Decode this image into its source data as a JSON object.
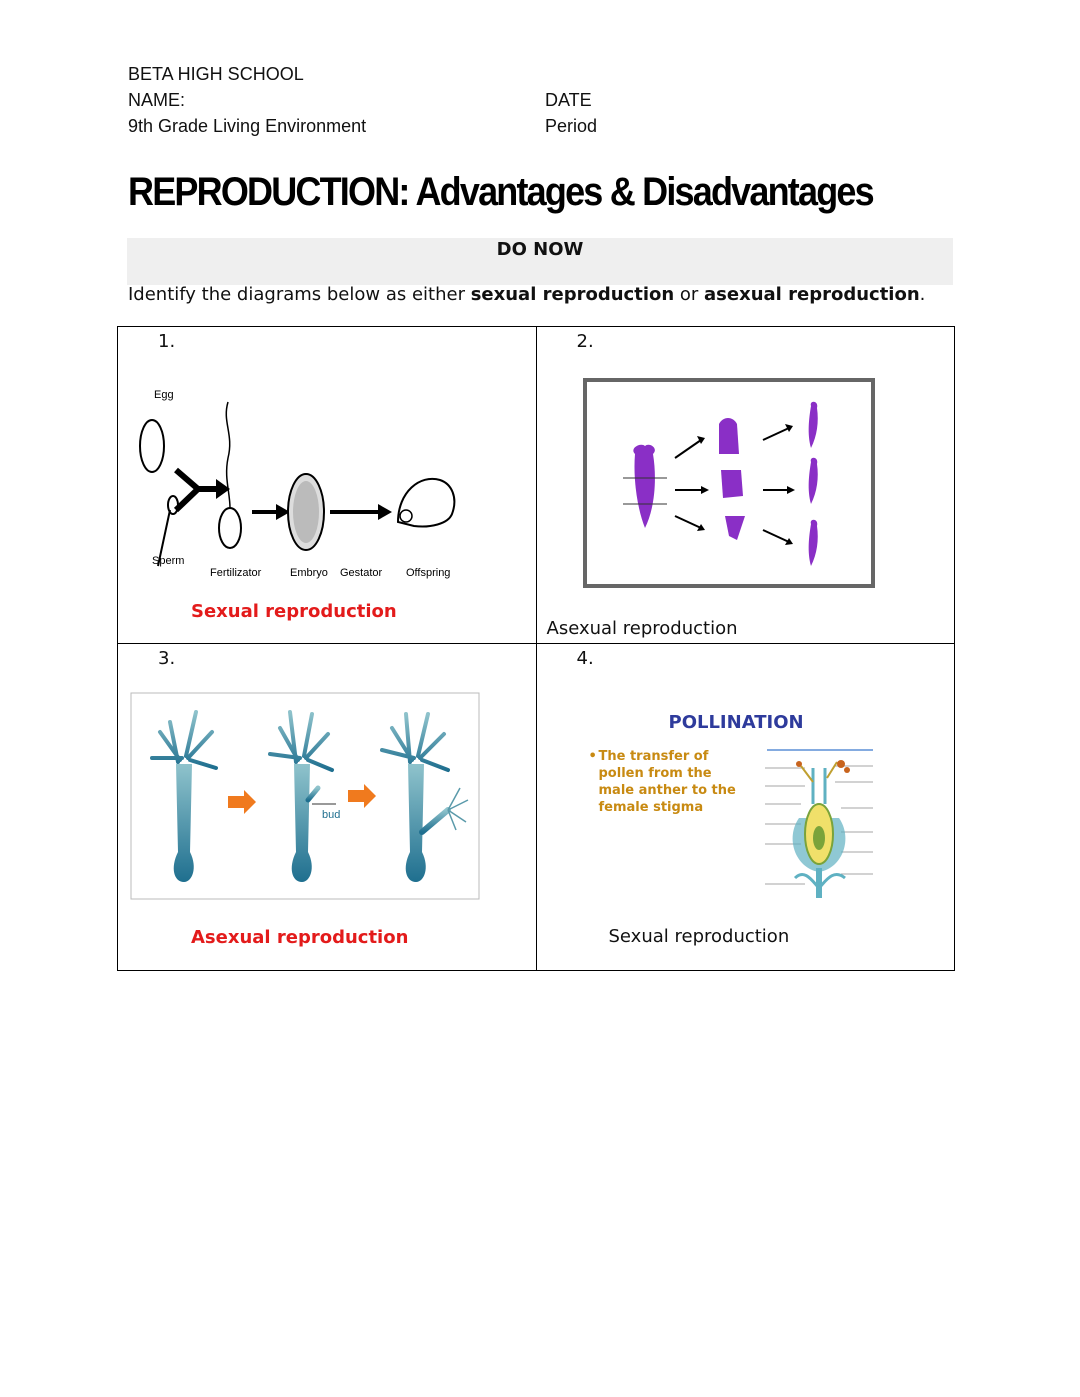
{
  "header": {
    "school": "BETA HIGH SCHOOL",
    "name_label": "NAME:",
    "date_label": "DATE",
    "course": "9th Grade Living Environment",
    "period_label": "Period"
  },
  "title": "REPRODUCTION:  Advantages &  Disadvantages",
  "do_now": "DO NOW",
  "instructions": {
    "prefix": "Identify the diagrams below as either ",
    "term1": "sexual reproduction",
    "middle": " or ",
    "term2": "asexual reproduction",
    "suffix": "."
  },
  "cells": [
    {
      "number": "1.",
      "answer": "Sexual reproduction",
      "answer_color": "#e31b1b",
      "labels": {
        "egg": "Egg",
        "sperm": "Sperm",
        "fertilization": "Fertilizator",
        "embryo": "Embryo",
        "gestation": "Gestator",
        "offspring": "Offspring"
      }
    },
    {
      "number": "2.",
      "answer": "Asexual reproduction"
    },
    {
      "number": "3.",
      "answer": "Asexual reproduction",
      "answer_color": "#e31b1b",
      "labels": {
        "bud": "bud"
      }
    },
    {
      "number": "4.",
      "answer": "Sexual reproduction",
      "labels": {
        "title": "POLLINATION",
        "bullet": "The transfer of pollen from the male anther to the female stigma"
      }
    }
  ],
  "colors": {
    "flatworm": "#8a2fc6",
    "hydra": "#2f7f95",
    "arrow_orange": "#f07a1e",
    "pollination_title": "#2e3b9c",
    "pollination_text": "#c88a12"
  }
}
